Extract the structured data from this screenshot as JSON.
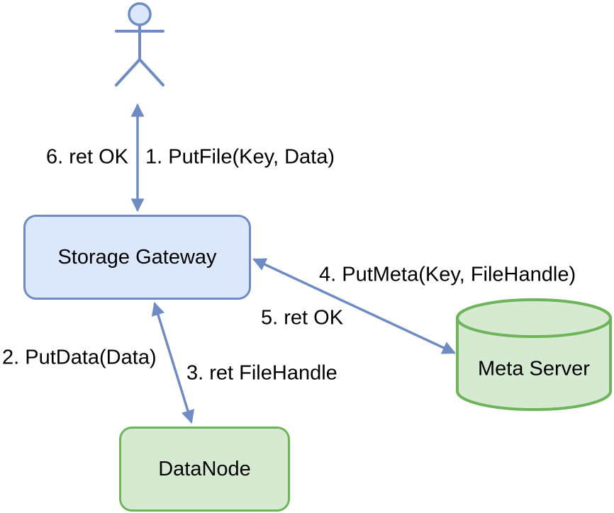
{
  "colors": {
    "background": "#ffffff",
    "blue_fill": "#dbe8fb",
    "blue_stroke": "#6e8cc3",
    "green_fill": "#d6ead2",
    "green_stroke": "#6eb45a",
    "label_text": "#000000"
  },
  "nodes": {
    "actor": {
      "shape": "stick-figure"
    },
    "storage_gateway": {
      "label": "Storage Gateway",
      "shape": "rounded-rect",
      "color": "blue"
    },
    "meta_server": {
      "label": "Meta Server",
      "shape": "cylinder",
      "color": "green"
    },
    "data_node": {
      "label": "DataNode",
      "shape": "rounded-rect",
      "color": "green"
    }
  },
  "edges": [
    {
      "from": "actor",
      "to": "storage_gateway",
      "style": "bidirectional-arrow",
      "labels": [
        "6. ret OK",
        "1. PutFile(Key, Data)"
      ]
    },
    {
      "from": "storage_gateway",
      "to": "meta_server",
      "style": "bidirectional-arrow",
      "labels": [
        "4. PutMeta(Key, FileHandle)",
        "5. ret OK"
      ]
    },
    {
      "from": "storage_gateway",
      "to": "data_node",
      "style": "bidirectional-arrow",
      "labels": [
        "2. PutData(Data)",
        "3. ret FileHandle"
      ]
    }
  ]
}
